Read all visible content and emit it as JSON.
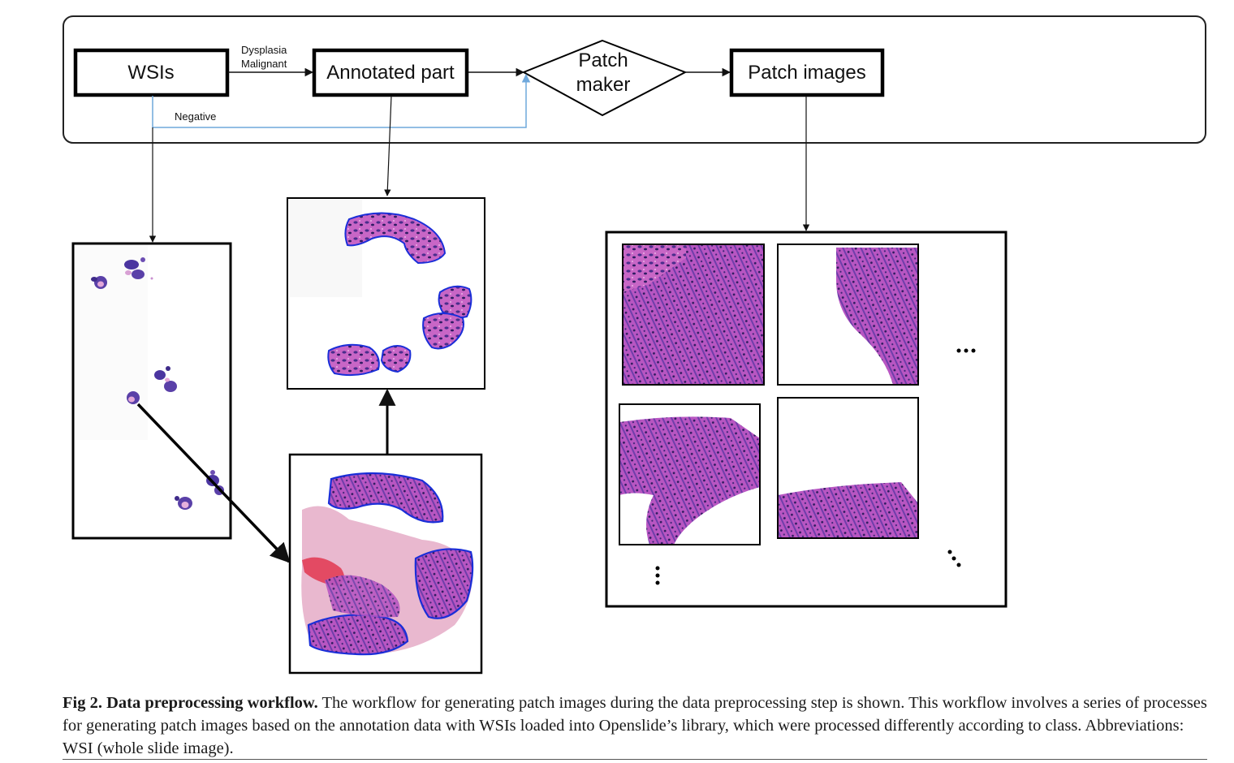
{
  "workflow": {
    "wsis": "WSIs",
    "annotated_part": "Annotated part",
    "patch_maker_line1": "Patch",
    "patch_maker_line2": "maker",
    "patch_images": "Patch images",
    "edge_label_dysplasia": "Dysplasia",
    "edge_label_malignant": "Malignant",
    "edge_label_negative": "Negative"
  },
  "colors": {
    "negative_path": "#6fa8dc",
    "annotation_outline": "#1a2ed8",
    "tissue_pink": "#c35bb8",
    "tissue_purple": "#5b3a97"
  },
  "caption": {
    "label": "Fig 2.",
    "title": "Data preprocessing workflow.",
    "body": "The workflow for generating patch images during the data preprocessing step is shown. This workflow involves a series of processes for generating patch images based on the annotation data with WSIs loaded into Openslide’s library, which were processed differently according to class. Abbreviations: WSI (whole slide image)."
  }
}
